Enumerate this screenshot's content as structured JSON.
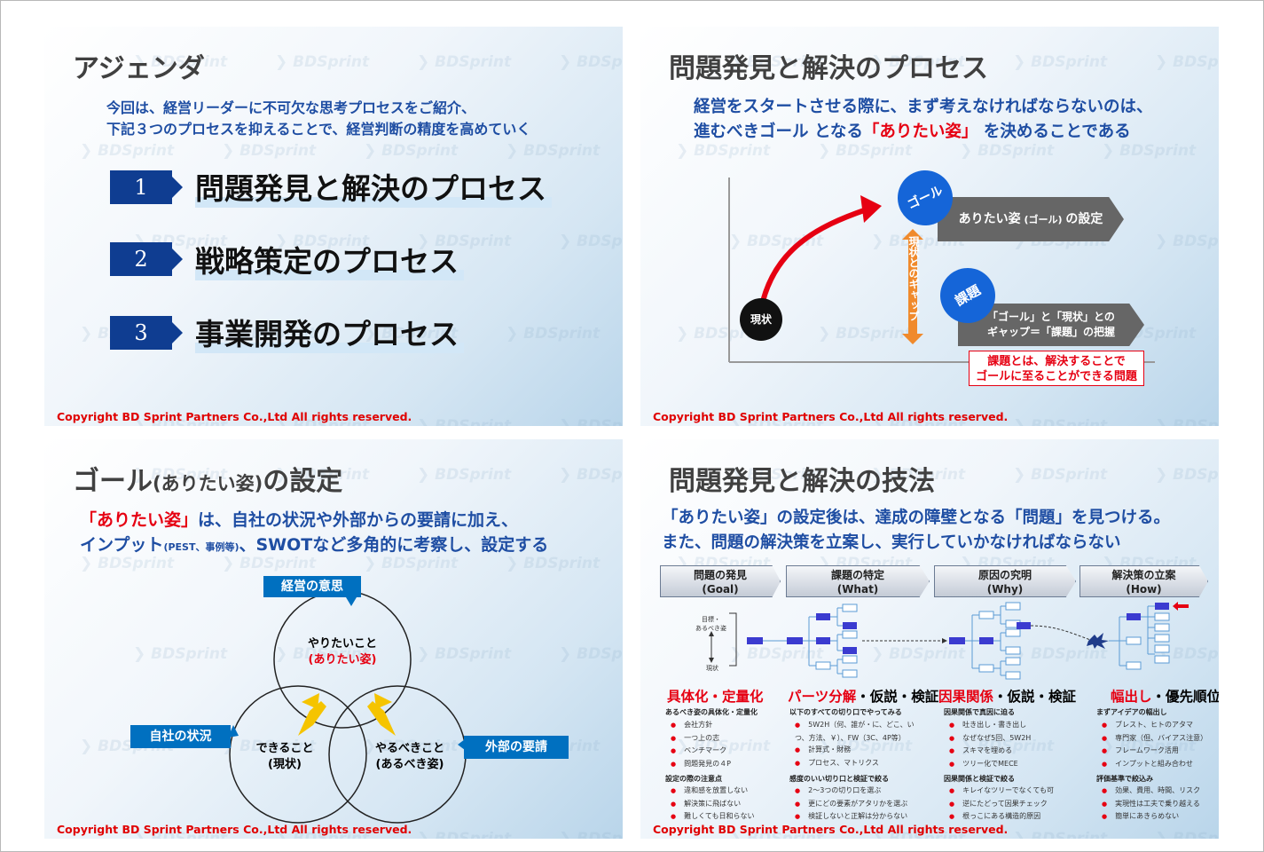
{
  "copyright": "Copyright BD Sprint Partners Co.,Ltd  All rights reserved.",
  "watermark": "BDSprint",
  "slide1": {
    "title": "アジェンダ",
    "intro": [
      "今回は、経営リーダーに不可欠な思考プロセスをご紹介、",
      "下記３つのプロセスを抑えることで、経営判断の精度を高めていく"
    ],
    "items": [
      {
        "num": "1",
        "label": "問題発見と解決のプロセス"
      },
      {
        "num": "2",
        "label": "戦略策定のプロセス"
      },
      {
        "num": "3",
        "label": "事業開発のプロセス"
      }
    ]
  },
  "slide2": {
    "title": "問題発見と解決のプロセス",
    "lead1": "経営をスタートさせる際に、まず考えなければならないのは、",
    "lead2a": "進むべきゴール となる",
    "lead2b": "「ありたい姿」",
    "lead2c": " を決めることである",
    "current": "現状",
    "goal": "ゴール",
    "issue": "課題",
    "gap": "現状とのギャップ",
    "goal_box_a": "ありたい姿",
    "goal_box_b": " (ゴール) ",
    "goal_box_c": "の設定",
    "issue_box": [
      "「ゴール」と「現状」との",
      "ギャップ＝「課題」の把握"
    ],
    "note": [
      "課題とは、解決することで",
      "ゴールに至ることができる問題"
    ]
  },
  "slide3": {
    "title_a": "ゴール",
    "title_b": "(ありたい姿)",
    "title_c": "の設定",
    "lead1a": "「ありたい姿」",
    "lead1b": "は、自社の状況や外部からの要請に加え、",
    "lead2a": "インプット",
    "lead2b": "(PEST、事例等)",
    "lead2c": "、SWOTなど多角的に考察し、設定する",
    "tag_top": "経営の意思",
    "tag_left": "自社の状況",
    "tag_right": "外部の要請",
    "want_a": "やりたいこと",
    "want_b": "(ありたい姿)",
    "can_a": "できること",
    "can_b": "(現状)",
    "should_a": "やるべきこと",
    "should_b": "(あるべき姿)"
  },
  "slide4": {
    "title": "問題発見と解決の技法",
    "lead1": "「ありたい姿」の設定後は、達成の障壁となる「問題」を見つける。",
    "lead2": "また、問題の解決策を立案し、実行していかなければならない",
    "steps": [
      {
        "a": "問題の発見",
        "b": "(Goal)"
      },
      {
        "a": "課題の特定",
        "b": "(What)"
      },
      {
        "a": "原因の究明",
        "b": "(Why)"
      },
      {
        "a": "解決策の立案",
        "b": "(How)"
      }
    ],
    "axis_top": [
      "目標・",
      "あるべき姿"
    ],
    "axis_bottom": "現状",
    "columns": [
      {
        "ha": "具体化・定量化",
        "hb": "",
        "s1": "あるべき姿の具体化・定量化",
        "b1": [
          "会社方針",
          "一つ上の志",
          "ベンチマーク",
          "問題発見の４P"
        ],
        "s2": "設定の際の注意点",
        "b2": [
          "違和感を放置しない",
          "解決策に飛ばない",
          "難しくても日和らない"
        ]
      },
      {
        "ha": "パーツ分解",
        "hb": "・仮説・検証",
        "s1": "以下のすべての切り口でやってみる",
        "b1": [
          "5W2H（何、誰が・に、どこ、いつ、方法、￥）、FW（3C、4P等）",
          "計算式・財務",
          "プロセス、マトリクス"
        ],
        "s2": "感度のいい切り口と検証で絞る",
        "b2": [
          "2～3つの切り口を選ぶ",
          "更にどの要素がアタリかを選ぶ",
          "検証しないと正解は分からない"
        ]
      },
      {
        "ha": "因果関係",
        "hb": "・仮説・検証",
        "s1": "因果関係で真因に迫る",
        "b1": [
          "吐き出し・書き出し",
          "なぜなぜ5回、5W2H",
          "スキマを埋める",
          "ツリー化でMECE"
        ],
        "s2": "因果関係と検証で絞る",
        "b2": [
          "キレイなツリーでなくても可",
          "逆にたどって因果チェック",
          "根っこにある構造的原因"
        ]
      },
      {
        "ha": "幅出し",
        "hb": "・優先順位",
        "s1": "まずアイデアの幅出し",
        "b1": [
          "ブレスト、ヒトのアタマ",
          "専門家（但、バイアス注意）",
          "フレームワーク活用",
          "インプットと組み合わせ"
        ],
        "s2": "評価基準で絞込み",
        "b2": [
          "効果、費用、時間、リスク",
          "実現性は工夫で乗り越える",
          "簡単にあきらめない"
        ]
      }
    ]
  }
}
